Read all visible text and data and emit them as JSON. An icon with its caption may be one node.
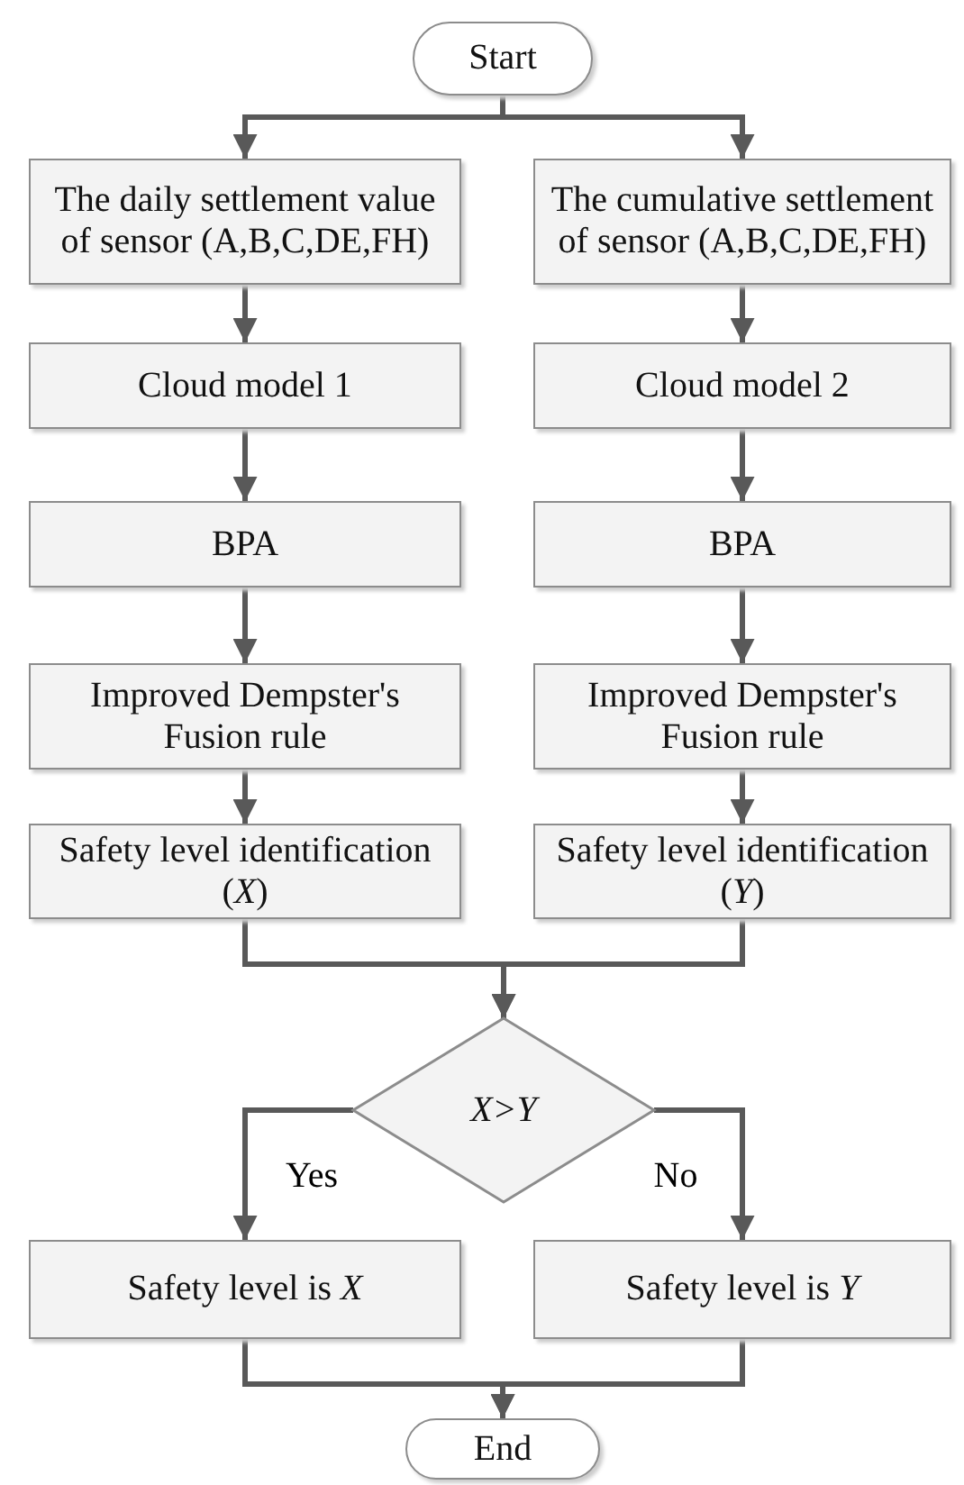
{
  "diagram": {
    "nodes": [
      {
        "text": [
          "Start"
        ]
      },
      {
        "text": [
          "The daily settlement value of sensor (A,B,C,DE,FH)"
        ]
      },
      {
        "text": [
          "The cumulative settlement of sensor (A,B,C,DE,FH)"
        ]
      },
      {
        "text": [
          "Cloud model 1"
        ]
      },
      {
        "text": [
          "Cloud model 2"
        ]
      },
      {
        "text": [
          "BPA"
        ]
      },
      {
        "text": [
          "BPA"
        ]
      },
      {
        "text": [
          "Improved Dempster's Fusion rule"
        ]
      },
      {
        "text": [
          "Improved Dempster's Fusion rule"
        ]
      },
      {
        "text": [
          "Safety level identification (*X*)"
        ]
      },
      {
        "text": [
          "Safety level identification (*Y*)"
        ]
      },
      {
        "text": [
          "X>Y"
        ]
      },
      {
        "text": [
          "Safety level is *X*"
        ]
      },
      {
        "text": [
          "Safety level is *Y*"
        ]
      },
      {
        "text": [
          "End"
        ]
      }
    ],
    "edges": [
      {
        "from": 0,
        "to": 1,
        "arrow": "to"
      },
      {
        "from": 0,
        "to": 2,
        "arrow": "to"
      },
      {
        "from": 1,
        "to": 3,
        "arrow": "to"
      },
      {
        "from": 2,
        "to": 4,
        "arrow": "to"
      },
      {
        "from": 3,
        "to": 5,
        "arrow": "to"
      },
      {
        "from": 4,
        "to": 6,
        "arrow": "to"
      },
      {
        "from": 5,
        "to": 7,
        "arrow": "to"
      },
      {
        "from": 6,
        "to": 8,
        "arrow": "to"
      },
      {
        "from": 7,
        "to": 9,
        "arrow": "to"
      },
      {
        "from": 8,
        "to": 10,
        "arrow": "to"
      },
      {
        "from": 9,
        "to": 11,
        "arrow": "to"
      },
      {
        "from": 10,
        "to": 11,
        "arrow": "to"
      },
      {
        "from": 11,
        "to": 12,
        "label": "Yes",
        "arrow": "to"
      },
      {
        "from": 11,
        "to": 13,
        "label": "No",
        "arrow": "to"
      },
      {
        "from": 12,
        "to": 14,
        "arrow": "to"
      },
      {
        "from": 13,
        "to": 14,
        "arrow": "to"
      }
    ]
  }
}
